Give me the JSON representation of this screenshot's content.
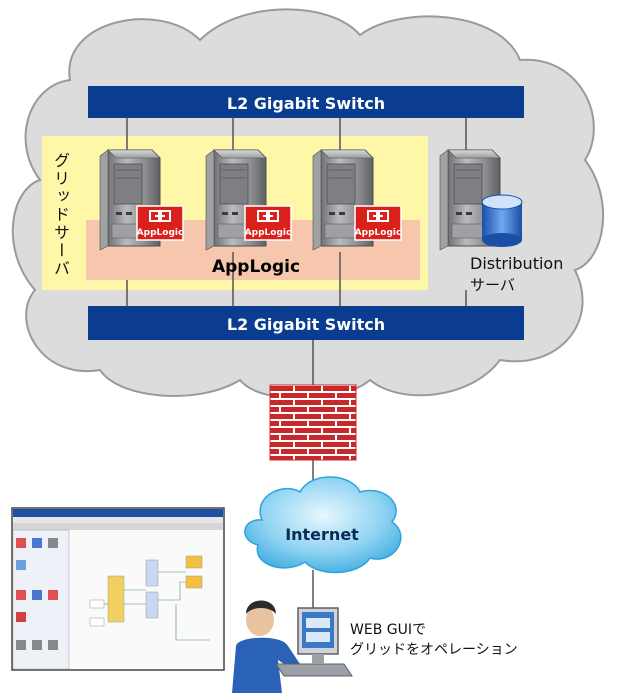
{
  "diagram": {
    "top_switch_label": "L2 Gigabit Switch",
    "bottom_switch_label": "L2 Gigabit Switch",
    "grid_server_label": "グリッドサーバ",
    "applogic_band_label": "AppLogic",
    "badge_logo_text": "AppLogic",
    "distribution_server_label_line1": "Distribution",
    "distribution_server_label_line2": "サーバ",
    "internet_label": "Internet",
    "web_gui_caption_line1": "WEB GUIで",
    "web_gui_caption_line2": "グリッドをオペレーション"
  },
  "colors": {
    "cloud_fill": "#dcdcdc",
    "cloud_stroke": "#9a9a9a",
    "switch_bar": "#0a3d8f",
    "grid_panel": "#fff7a8",
    "applogic_band": "#f6c6ad",
    "applogic_badge": "#d9201b",
    "firewall_brick": "#c8282a",
    "internet_cloud": "#46b4e6",
    "server_gray": "#8a8c8e"
  }
}
